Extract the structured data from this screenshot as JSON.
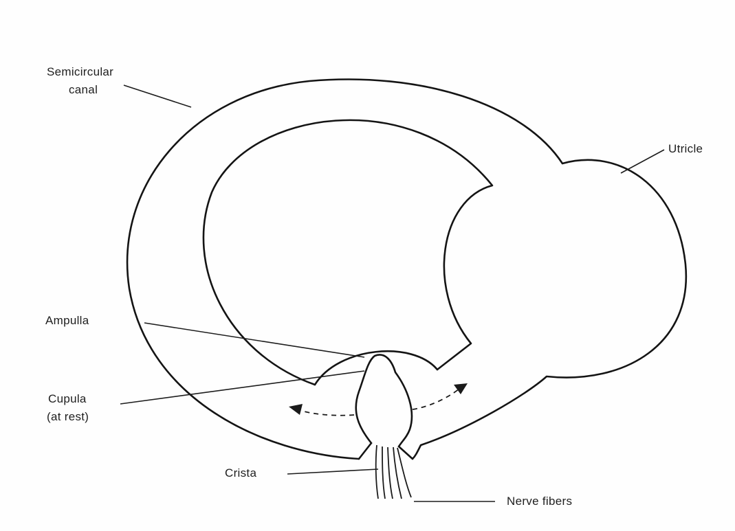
{
  "diagram": {
    "labels": {
      "semicircular_canal_line1": "Semicircular",
      "semicircular_canal_line2": "canal",
      "utricle": "Utricle",
      "ampulla": "Ampulla",
      "cupula_line1": "Cupula",
      "cupula_line2": "(at rest)",
      "crista": "Crista",
      "nerve_fibers": "Nerve fibers"
    },
    "colors": {
      "line": "#141414",
      "background": "#fefefe"
    }
  }
}
